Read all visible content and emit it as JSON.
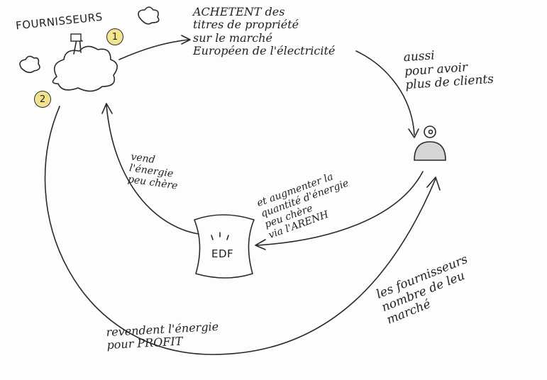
{
  "nodes": {
    "suppliers": {
      "label": "FOURNISSEURS",
      "badge1": "1",
      "badge2": "2"
    },
    "edf": {
      "label": "EDF"
    }
  },
  "edges": {
    "buy_titles": {
      "text": "ACHETENT des\ntitres de propriété\nsur le marché\nEuropéen de l'électricité"
    },
    "more_clients": {
      "text": "aussi\npour avoir\nplus de clients"
    },
    "sells_energy": {
      "text": "vend\nl'énergie\npeu chère"
    },
    "increase_quantity": {
      "text": "et augmenter la\nquantité d'énergie\npeu chère\nvia l'ARENH"
    },
    "resell_profit": {
      "text": "revendent l'énergie\npour PROFIT"
    }
  },
  "footer_note": {
    "text": "les fournisseurs\nnombre de leu\nmarché"
  }
}
